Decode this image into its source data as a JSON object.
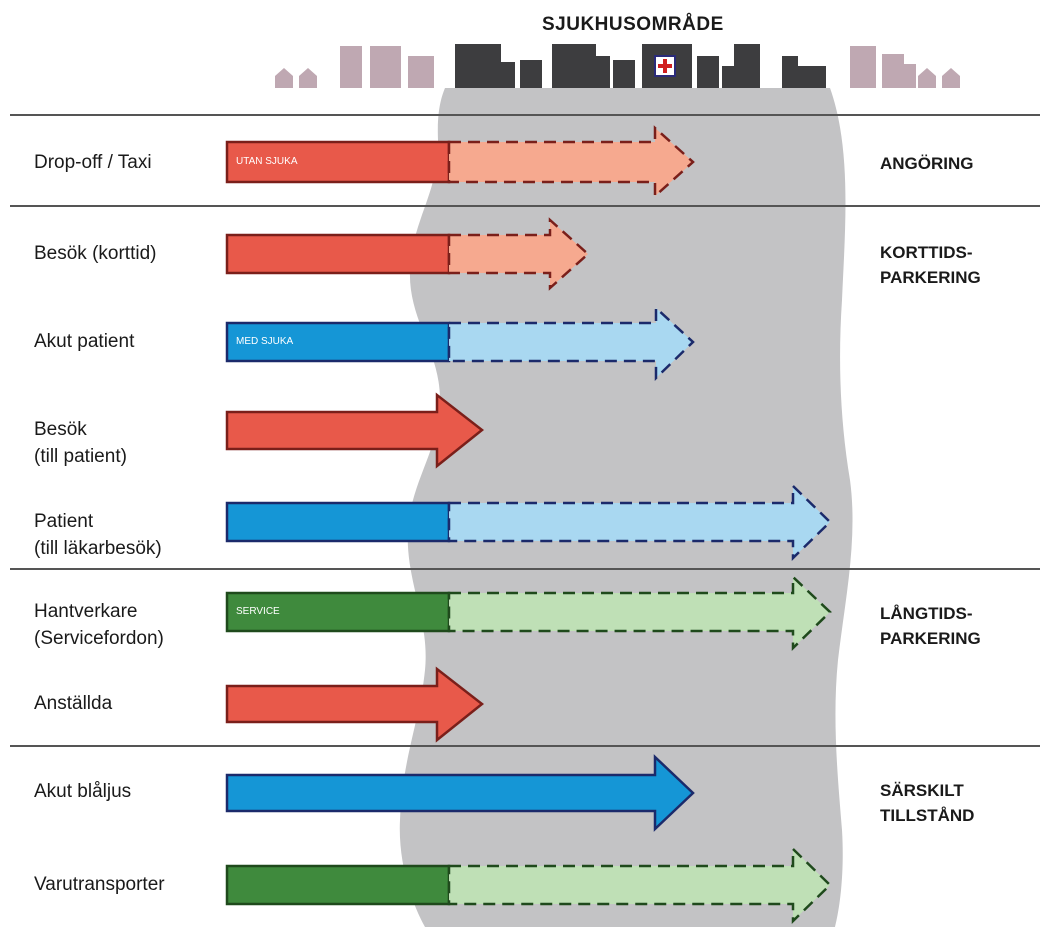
{
  "area_title": "SJUKHUSOMRÅDE",
  "colors": {
    "red": "#e8594a",
    "red_light": "#f6a98f",
    "red_stroke": "#7a1f1a",
    "blue": "#1596d6",
    "blue_light": "#a9d8f1",
    "blue_stroke": "#1b2a6b",
    "green": "#3f8a3d",
    "green_light": "#bfe0b6",
    "green_stroke": "#1f4a1c",
    "gray_area": "#c3c3c5",
    "dark_building": "#3d3d3f",
    "light_building": "#bfa8b2"
  },
  "rows": [
    {
      "line1": "Drop-off / Taxi",
      "line2": "",
      "tag": "UTAN SJUKA"
    },
    {
      "line1": "Besök (korttid)",
      "line2": "",
      "tag": ""
    },
    {
      "line1": "Akut patient",
      "line2": "",
      "tag": "MED SJUKA"
    },
    {
      "line1": "Besök",
      "line2": "(till patient)",
      "tag": ""
    },
    {
      "line1": "Patient",
      "line2": "(till läkarbesök)",
      "tag": ""
    },
    {
      "line1": "Hantverkare",
      "line2": "(Servicefordon)",
      "tag": "SERVICE"
    },
    {
      "line1": "Anställda",
      "line2": "",
      "tag": ""
    },
    {
      "line1": "Akut blåljus",
      "line2": "",
      "tag": ""
    },
    {
      "line1": "Varutransporter",
      "line2": "",
      "tag": ""
    }
  ],
  "categories": [
    {
      "line1": "ANGÖRING",
      "line2": ""
    },
    {
      "line1": "KORTTIDS-",
      "line2": "PARKERING"
    },
    {
      "line1": "LÅNGTIDS-",
      "line2": "PARKERING"
    },
    {
      "line1": "SÄRSKILT",
      "line2": "TILLSTÅND"
    }
  ]
}
